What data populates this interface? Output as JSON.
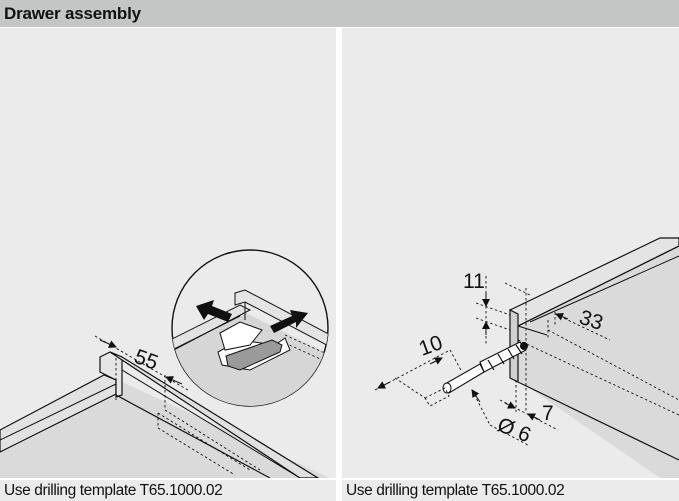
{
  "header": {
    "title": "Drawer assembly"
  },
  "panels": [
    {
      "id": "left",
      "caption": "Use drilling template T65.1000.02",
      "dimensions": {
        "distance": "55"
      },
      "detail_inset": "fastening clip detail with outward arrows"
    },
    {
      "id": "right",
      "caption": "Use drilling template T65.1000.02",
      "dimensions": {
        "height_offset": "11",
        "depth": "10",
        "diameter": "Ø 6",
        "edge_offset": "7",
        "inner_offset": "33"
      }
    }
  ],
  "colors": {
    "title_bar": "#c4c6c5",
    "panel_bg": "#ebebeb",
    "drawer_fill": "#d9dad9",
    "clip_fill": "#9a9a9a"
  }
}
